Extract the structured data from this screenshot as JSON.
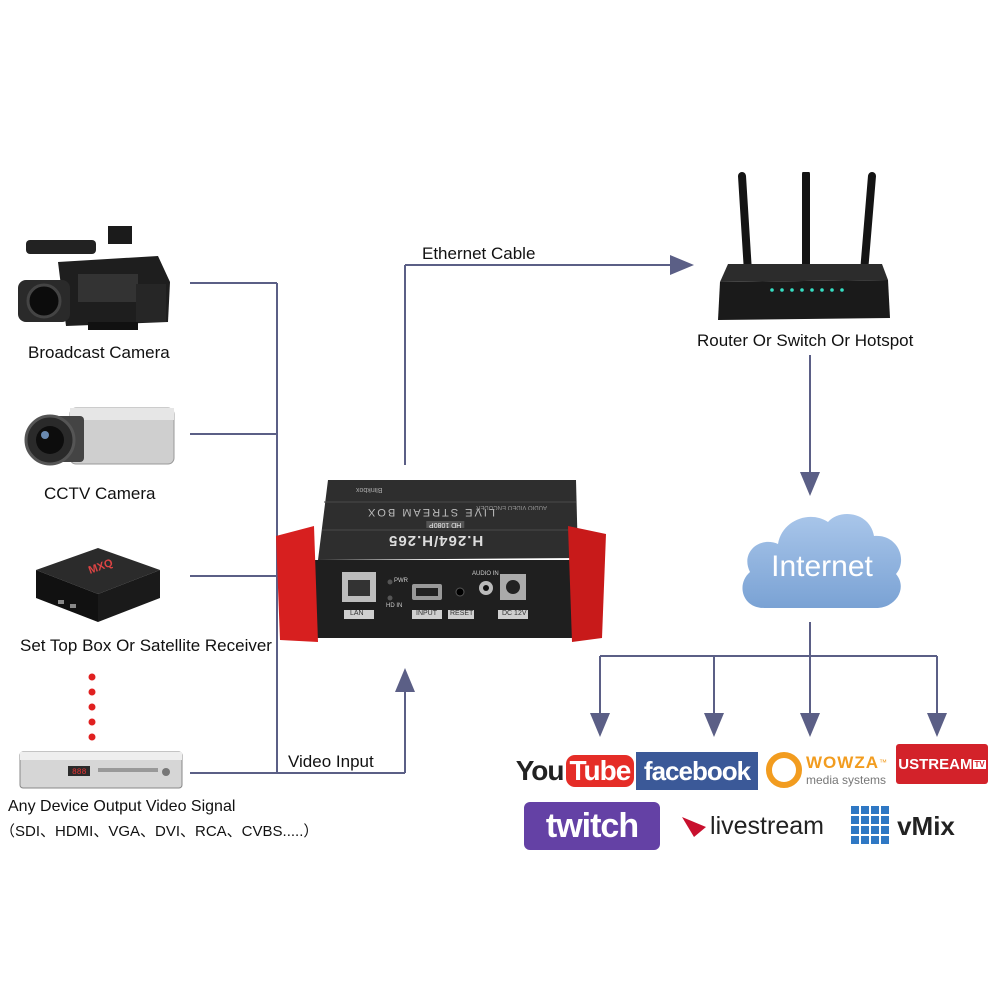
{
  "sources": {
    "broadcast_camera": "Broadcast Camera",
    "cctv_camera": "CCTV Camera",
    "set_top_box": "Set Top Box Or Satellite Receiver",
    "any_device_line1": "Any Device Output Video Signal",
    "any_device_line2": "（SDI、HDMI、VGA、DVI、RCA、CVBS.....）"
  },
  "connections": {
    "ethernet_cable": "Ethernet Cable",
    "video_input": "Video Input"
  },
  "network": {
    "router": "Router Or Switch Or Hotspot",
    "internet": "Internet"
  },
  "encoder": {
    "model": "H.264/H.265",
    "product": "LIVE STREAM BOX",
    "subtitle": "AUDIO VIDEO ENCODER",
    "badge": "HD 1080P",
    "brand": "Blinkbox",
    "ports": {
      "lan": "LAN",
      "pwr": "PWR",
      "hd_in": "HD IN",
      "input": "INPUT",
      "reset": "RESET",
      "audio_in": "AUDIO IN",
      "dc": "DC 12V"
    }
  },
  "platforms": {
    "youtube_you": "You",
    "youtube_tube": "Tube",
    "facebook": "facebook",
    "wowza_name": "WOWZA",
    "wowza_tm": "™",
    "wowza_sub": "media systems",
    "ustream": "USTREAM",
    "ustream_tv": "TV",
    "twitch": "twitch",
    "livestream": "livestream",
    "vmix": "vMix"
  },
  "colors": {
    "line": "#5b5f86",
    "cloud": "#8fb3df",
    "youtube_red": "#e52d27",
    "facebook_blue": "#3b5998",
    "wowza_orange": "#f29c1f",
    "ustream_red": "#d3222a",
    "twitch_purple": "#6441a5",
    "livestream_red": "#c8102e",
    "vmix_blue": "#2f78c4"
  }
}
